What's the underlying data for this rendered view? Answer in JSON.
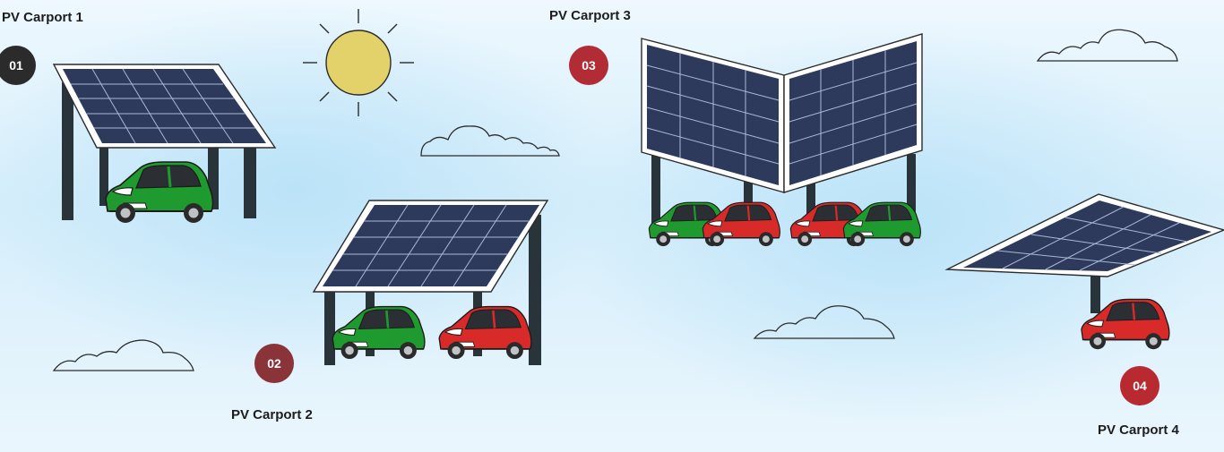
{
  "colors": {
    "badge_1": "#2b2b2b",
    "badge_2": "#8a3338",
    "badge_3": "#b22c35",
    "badge_4": "#b82a30",
    "panel": "#2e3a5c",
    "post": "#29343a",
    "car_green": "#1f9a2e",
    "car_red": "#d92a2a",
    "sun": "#e3d26a"
  },
  "icons": [
    "sun-icon",
    "cloud-icon",
    "solar-panel-icon",
    "electric-car-icon"
  ],
  "carports": [
    {
      "number": "01",
      "label": "PV Carport 1",
      "cars": [
        "green"
      ]
    },
    {
      "number": "02",
      "label": "PV Carport 2",
      "cars": [
        "green",
        "red"
      ]
    },
    {
      "number": "03",
      "label": "PV Carport 3",
      "cars": [
        "green",
        "red",
        "red",
        "green"
      ]
    },
    {
      "number": "04",
      "label": "PV Carport 4",
      "cars": [
        "red"
      ]
    }
  ]
}
